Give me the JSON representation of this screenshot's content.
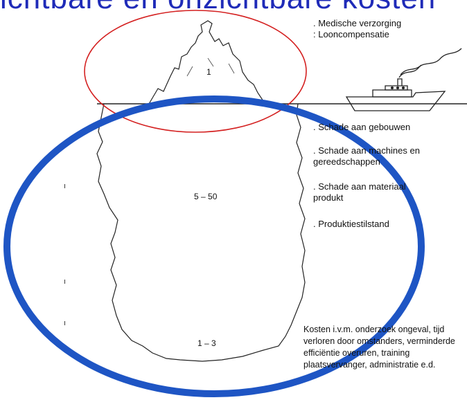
{
  "title_banner": "ichtbare en onzichtbare kosten",
  "top_labels": [
    ". Medische verzorging",
    ": Looncompensatie"
  ],
  "cost_labels": {
    "buildings": ". Schade aan gebouwen",
    "machines": ". Schade aan machines en gereedschappen",
    "material": ". Schade aan materiaal produkt",
    "standstill": ". Produktiestilstand",
    "other": "Kosten i.v.m. onderzoek ongeval, tijd verloren door omstanders, verminderde efficiëntie overuren, training plaatsvervanger, administratie e.d."
  },
  "ratios": {
    "tip": "1",
    "middle": "5 – 50",
    "bottom": "1 – 3"
  },
  "colors": {
    "title": "#1f2bb8",
    "tip_ellipse": "#d42020",
    "base_ellipse": "#1e55c4"
  }
}
